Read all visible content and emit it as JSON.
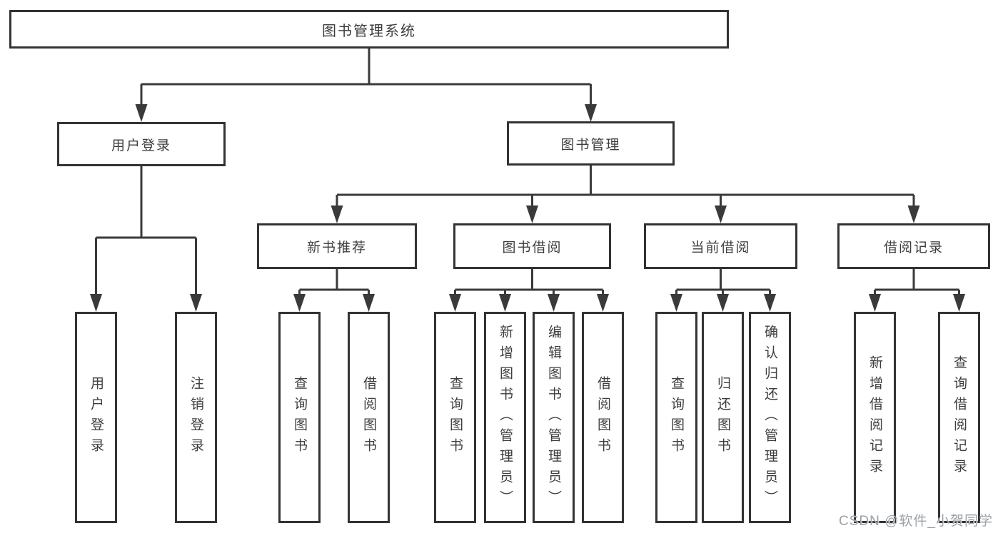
{
  "diagram": {
    "root": "图书管理系统",
    "branches": [
      {
        "label": "用户登录",
        "leaves": [
          "用户登录",
          "注销登录"
        ]
      },
      {
        "label": "图书管理",
        "groups": [
          {
            "label": "新书推荐",
            "leaves": [
              "查询图书",
              "借阅图书"
            ]
          },
          {
            "label": "图书借阅",
            "leaves": [
              "查询图书",
              "新增图书（管理员）",
              "编辑图书（管理员）",
              "借阅图书"
            ]
          },
          {
            "label": "当前借阅",
            "leaves": [
              "查询图书",
              "归还图书",
              "确认归还（管理员）"
            ]
          },
          {
            "label": "借阅记录",
            "leaves": [
              "新增借阅记录",
              "查询借阅记录"
            ]
          }
        ]
      }
    ],
    "watermark": "CSDN @软件_小贺同学"
  },
  "colors": {
    "line": "#3a3a3a",
    "box_border": "#333333",
    "text": "#3d3d3d",
    "watermark": "#9aa1a7",
    "background": "#ffffff"
  }
}
